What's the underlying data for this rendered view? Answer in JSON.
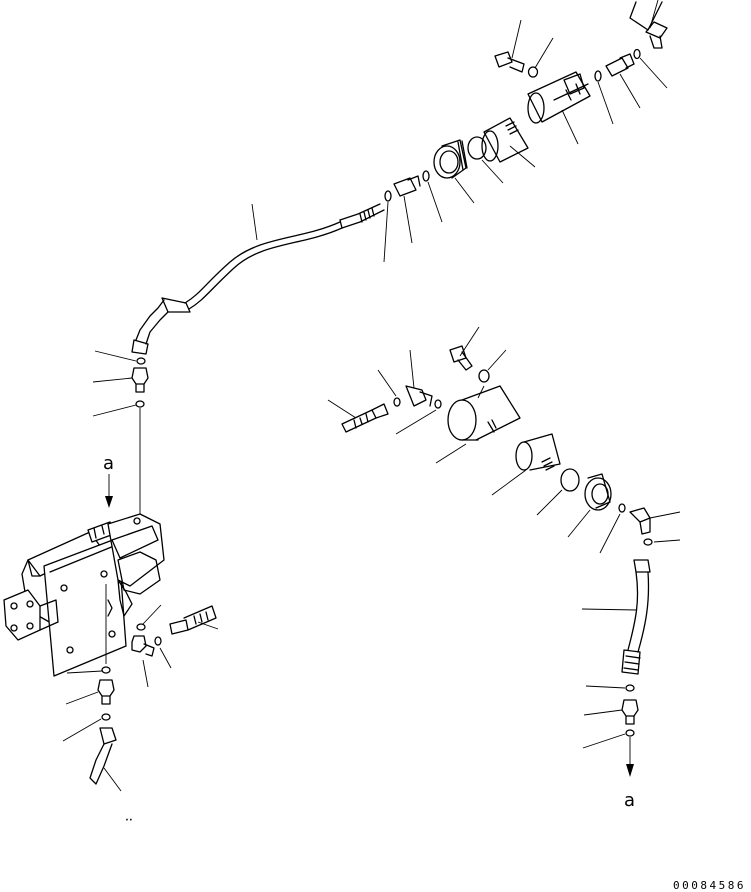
{
  "diagram": {
    "kind": "exploded-parts-view",
    "connection_marker_top": "a",
    "connection_marker_bottom": "a",
    "figure_code": "00084586"
  }
}
